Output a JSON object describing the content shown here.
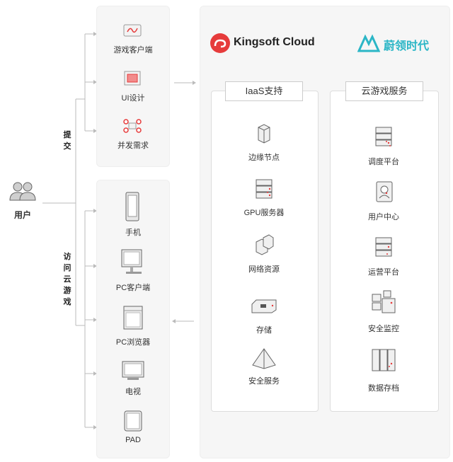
{
  "user": {
    "label": "用户"
  },
  "branch_labels": {
    "submit": "提交",
    "access": "访问云游戏"
  },
  "submit_items": [
    {
      "label": "游戏客户端",
      "icon": "game-client-icon"
    },
    {
      "label": "UI设计",
      "icon": "ui-design-icon"
    },
    {
      "label": "并发需求",
      "icon": "concurrency-icon"
    }
  ],
  "devices": [
    {
      "label": "手机",
      "icon": "phone-icon"
    },
    {
      "label": "PC客户端",
      "icon": "pc-client-icon"
    },
    {
      "label": "PC浏览器",
      "icon": "browser-icon"
    },
    {
      "label": "电视",
      "icon": "tv-icon"
    },
    {
      "label": "PAD",
      "icon": "tablet-icon"
    }
  ],
  "brands": {
    "kingsoft": "Kingsoft Cloud",
    "weiling": "蔚领时代"
  },
  "iaas": {
    "title": "IaaS支持",
    "items": [
      {
        "label": "边缘节点",
        "icon": "edge-node-icon"
      },
      {
        "label": "GPU服务器",
        "icon": "gpu-server-icon"
      },
      {
        "label": "网络资源",
        "icon": "network-icon"
      },
      {
        "label": "存储",
        "icon": "storage-icon"
      },
      {
        "label": "安全服务",
        "icon": "security-service-icon"
      }
    ]
  },
  "cloud_game": {
    "title": "云游戏服务",
    "items": [
      {
        "label": "调度平台",
        "icon": "scheduling-icon"
      },
      {
        "label": "用户中心",
        "icon": "user-center-icon"
      },
      {
        "label": "运营平台",
        "icon": "operation-icon"
      },
      {
        "label": "安全监控",
        "icon": "monitor-icon"
      },
      {
        "label": "数据存档",
        "icon": "archive-icon"
      }
    ]
  },
  "colors": {
    "accent": "#e63b3b",
    "teal": "#2bb6c6",
    "line": "#bbbbbb",
    "icon": "#555555"
  }
}
